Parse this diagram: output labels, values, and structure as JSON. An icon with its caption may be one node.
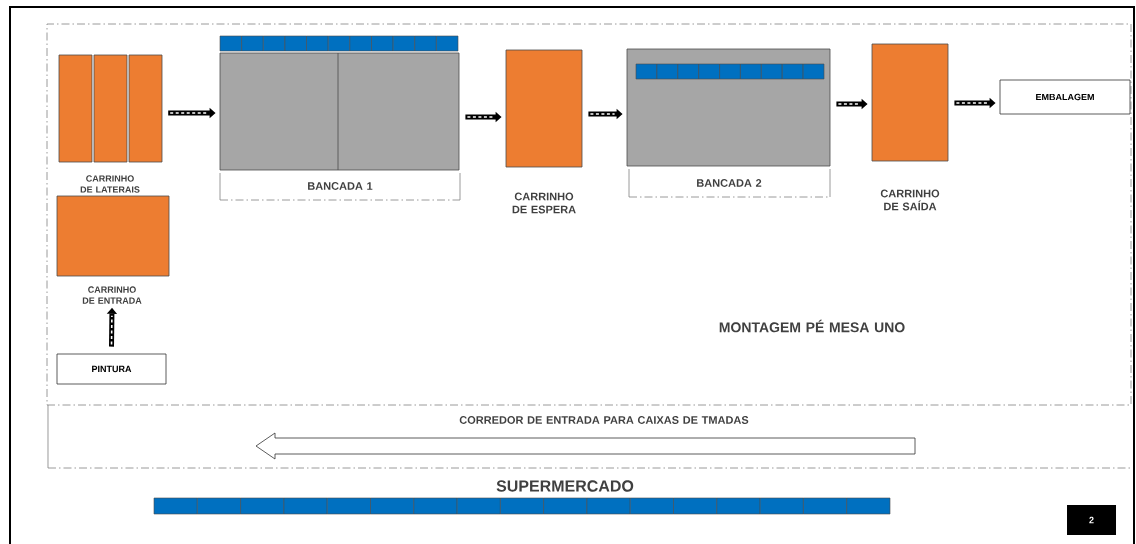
{
  "diagram": {
    "nodes": [
      {
        "text": [
          "MONTAGEM PÉ MESA UNO"
        ]
      },
      {
        "text": [
          "CARRINHO DE LATERAIS"
        ],
        "in": 0
      },
      {
        "text": [
          "BANCADA 1"
        ],
        "in": 0
      },
      {
        "text": [
          "CARRINHO DE ESPERA"
        ],
        "in": 0
      },
      {
        "text": [
          "BANCADA 2"
        ],
        "in": 0
      },
      {
        "text": [
          "CARRINHO DE SAÍDA"
        ],
        "in": 0
      },
      {
        "text": [
          "EMBALAGEM"
        ],
        "in": 0
      },
      {
        "text": [
          "CARRINHO DE ENTRADA"
        ],
        "in": 0
      },
      {
        "text": [
          "PINTURA"
        ],
        "in": 0
      },
      {
        "text": [
          "CORREDOR DE ENTRADA PARA CAIXAS DE TMADAS"
        ]
      },
      {
        "text": [
          "SUPERMERCADO"
        ]
      },
      {
        "text": [
          "2"
        ]
      }
    ],
    "edges": [
      {
        "from": 1,
        "to": 2,
        "arrow": "to"
      },
      {
        "from": 2,
        "to": 3,
        "arrow": "to"
      },
      {
        "from": 3,
        "to": 4,
        "arrow": "to"
      },
      {
        "from": 4,
        "to": 5,
        "arrow": "to"
      },
      {
        "from": 5,
        "to": 6,
        "arrow": "to"
      },
      {
        "from": 8,
        "to": 7,
        "arrow": "to"
      }
    ]
  }
}
